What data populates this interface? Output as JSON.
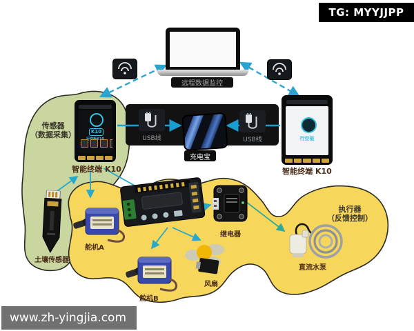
{
  "overlay": {
    "tg_badge": "TG: MYYJJPP",
    "watermark": "www.zh-yingjia.com"
  },
  "zones": {
    "sensors": {
      "title": "传感器",
      "subtitle": "（数据采集）",
      "fill": "#c9d6a0"
    },
    "actuators": {
      "title": "执行器",
      "subtitle": "（反馈控制）",
      "fill": "#f6d65b"
    }
  },
  "nodes": {
    "laptop": {
      "caption": "远程数据监控"
    },
    "k10_left": {
      "caption": "智能终端 K10",
      "screen_badge": "K10",
      "screen_brand": "行空板K10"
    },
    "k10_right": {
      "caption": "智能终端 K10",
      "screen_brand": "行空板"
    },
    "powerbank": {
      "caption": "充电宝"
    },
    "soil_sensor": {
      "caption": "土壤传感器"
    },
    "servo_a": {
      "caption": "舵机A"
    },
    "servo_b": {
      "caption": "舵机B"
    },
    "fan": {
      "caption": "风扇"
    },
    "relay": {
      "caption": "继电器"
    },
    "pump": {
      "caption": "直流水泵"
    }
  },
  "links": {
    "usb_left": "USB线",
    "usb_right": "USB线"
  },
  "icons": {
    "wifi": "wifi-signal-arcs",
    "usb": "usb-plug-with-cable"
  },
  "colors": {
    "wireless_line": "#2ba4cf",
    "wired_line": "#1a9ed2",
    "control_line": "#27a9c9",
    "feedback_line": "#2fa99b",
    "badge_bg": "#000000",
    "watermark_bg": "#717171"
  }
}
